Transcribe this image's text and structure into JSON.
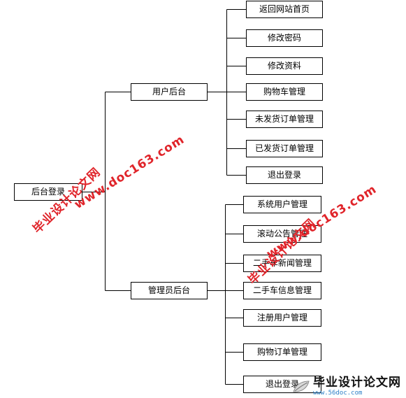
{
  "root": {
    "label": "后台登录"
  },
  "branches": [
    {
      "label": "用户后台",
      "items": [
        "返回网站首页",
        "修改密码",
        "修改资料",
        "购物车管理",
        "未发货订单管理",
        "已发货订单管理",
        "退出登录"
      ]
    },
    {
      "label": "管理员后台",
      "items": [
        "系统用户管理",
        "滚动公告管理",
        "二手车新闻管理",
        "二手车信息管理",
        "注册用户管理",
        "购物订单管理",
        "退出登录"
      ]
    }
  ],
  "watermarks": [
    {
      "site": "毕业设计论文网",
      "url": "www.doc163.com"
    },
    {
      "site": "毕业设计论文网",
      "url": "www.doc163.com"
    }
  ],
  "logo": {
    "title": "毕业设计论文网",
    "url": "www.56doc.com"
  }
}
